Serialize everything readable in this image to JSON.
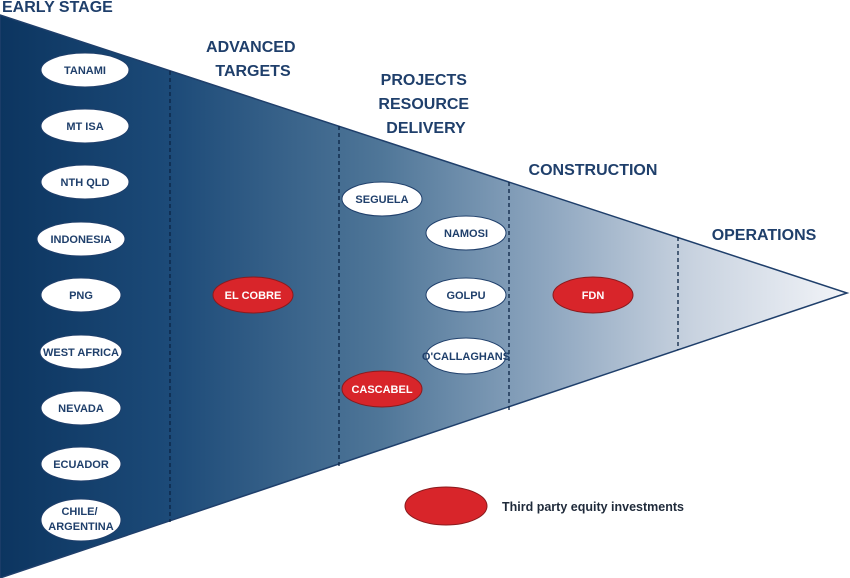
{
  "stages": {
    "early_stage": "EARLY STAGE",
    "advanced_targets": [
      "ADVANCED",
      "TARGETS"
    ],
    "projects": [
      "PROJECTS",
      "RESOURCE",
      "DELIVERY"
    ],
    "construction": "CONSTRUCTION",
    "operations": "OPERATIONS"
  },
  "early_stage_items": [
    [
      "TANAMI"
    ],
    [
      "MT ISA"
    ],
    [
      "NTH QLD"
    ],
    [
      "INDONESIA"
    ],
    [
      "PNG"
    ],
    [
      "WEST AFRICA"
    ],
    [
      "NEVADA"
    ],
    [
      "ECUADOR"
    ],
    [
      "CHILE/",
      "ARGENTINA"
    ]
  ],
  "advanced_items": [
    {
      "label": "EL COBRE",
      "third_party": true
    }
  ],
  "projects_items": [
    {
      "label": "SEGUELA",
      "third_party": false
    },
    {
      "label": "NAMOSI",
      "third_party": false
    },
    {
      "label": "GOLPU",
      "third_party": false
    },
    {
      "label": "O'CALLAGHANS",
      "third_party": false
    },
    {
      "label": "CASCABEL",
      "third_party": true
    }
  ],
  "construction_items": [
    {
      "label": "FDN",
      "third_party": true
    }
  ],
  "legend": {
    "label": "Third party equity investments"
  },
  "colors": {
    "funnel_dark": "#0c3560",
    "funnel_light": "#f2f4f8",
    "third_party_red": "#d8252a",
    "label_navy": "#1f3f6b"
  }
}
